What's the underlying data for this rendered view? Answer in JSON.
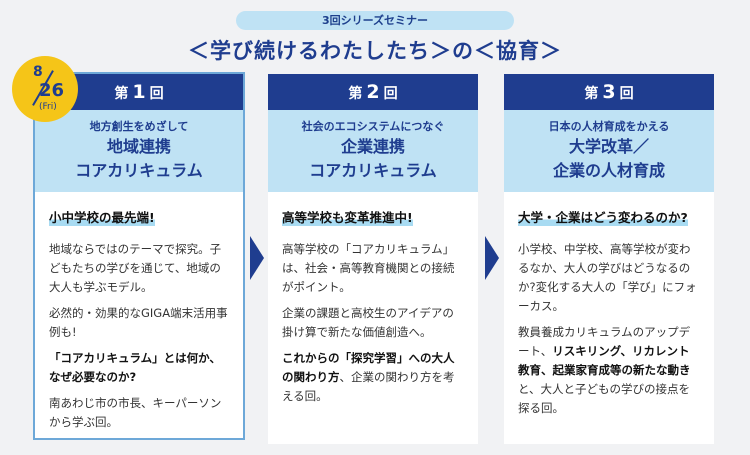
{
  "header": {
    "series_label": "3回シリーズセミナー",
    "title": "＜学び続けるわたしたち＞の＜協育＞"
  },
  "date_badge": {
    "month": "8",
    "day": "26",
    "weekday": "(Fri)"
  },
  "cards": [
    {
      "prefix": "第",
      "number": "1",
      "suffix": "回",
      "subtitle_small": "地方創生をめざして",
      "subtitle_line1": "地域連携",
      "subtitle_line2": "コアカリキュラム",
      "highlight": "小中学校の最先端!",
      "para1": "地域ならではのテーマで探究。子どもたちの学びを通じて、地域の大人も学ぶモデル。",
      "para2": "必然的・効果的なGIGA端末活用事例も!",
      "para3": "「コアカリキュラム」とは何か、なぜ必要なのか?",
      "para4": "南あわじ市の市長、キーパーソンから学ぶ回。"
    },
    {
      "prefix": "第",
      "number": "2",
      "suffix": "回",
      "subtitle_small": "社会のエコシステムにつなぐ",
      "subtitle_line1": "企業連携",
      "subtitle_line2": "コアカリキュラム",
      "highlight": "高等学校も変革推進中!",
      "para1": "高等学校の「コアカリキュラム」は、社会・高等教育機関との接続がポイント。",
      "para2": "企業の課題と高校生のアイデアの掛け算で新たな価値創造へ。",
      "para3_bold": "これからの「探究学習」への大人の関わり方",
      "para3_rest": "、企業の関わり方を考える回。"
    },
    {
      "prefix": "第",
      "number": "3",
      "suffix": "回",
      "subtitle_small": "日本の人材育成をかえる",
      "subtitle_line1": "大学改革／",
      "subtitle_line2": "企業の人材育成",
      "highlight": "大学・企業はどう変わるのか?",
      "para1": "小学校、中学校、高等学校が変わるなか、大人の学びはどうなるのか?変化する大人の「学び」にフォーカス。",
      "para2_pre": "教員養成カリキュラムのアップデート、",
      "para2_bold": "リスキリング、リカレント教育、起業家育成等の新たな動き",
      "para2_post": "と、大人と子どもの学びの接点を探る回。"
    }
  ],
  "colors": {
    "navy": "#1f3d8f",
    "light_blue": "#bfe2f4",
    "badge_yellow": "#f5c518"
  }
}
